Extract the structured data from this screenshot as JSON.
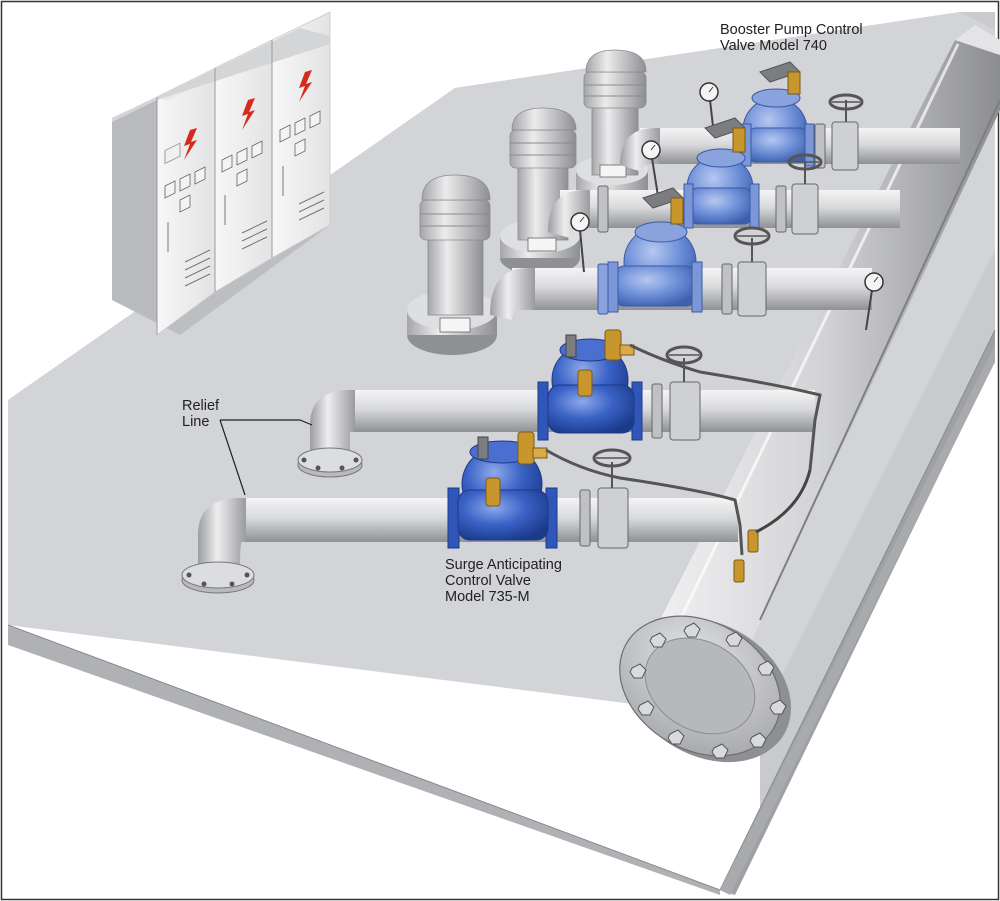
{
  "labels": {
    "booster": {
      "line1": "Booster Pump Control",
      "line2": "Valve Model 740"
    },
    "relief": {
      "line1": "Relief",
      "line2": "Line"
    },
    "surge": {
      "line1": "Surge Anticipating",
      "line2": "Control Valve",
      "line3": "Model 735-M"
    }
  },
  "colors": {
    "floor_top": "#cfd0d3",
    "floor_side": "#b7b8bb",
    "pipe": "#d6d7da",
    "valve_blue": "#2f56b8",
    "valve_light_blue": "#6d8fd8",
    "brass": "#c9962e",
    "warning_red": "#d62a1f",
    "outline": "#555555"
  },
  "icons": [
    "lightning-icon",
    "pressure-gauge-icon",
    "handwheel-icon"
  ]
}
